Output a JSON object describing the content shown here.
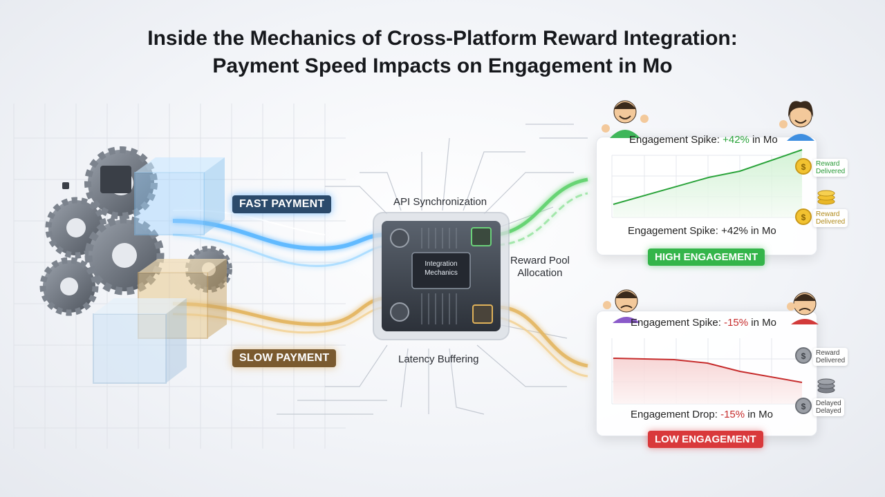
{
  "title": {
    "line1": "Inside the Mechanics of Cross-Platform Reward Integration:",
    "line2": "Payment Speed Impacts on Engagement in Mo"
  },
  "flows": {
    "fast_label": "FAST PAYMENT",
    "slow_label": "SLOW PAYMENT",
    "fast_color": "#4fb0ff",
    "slow_color": "#e0b25a"
  },
  "hub": {
    "line1": "Integration",
    "line2": "Mechanics",
    "api_label": "API Synchronization",
    "latency_label": "Latency Buffering",
    "pool_line1": "Reward Pool",
    "pool_line2": "Allocation"
  },
  "high_panel": {
    "top_prefix": "Engagement Spike: ",
    "top_value": "+42%",
    "top_suffix": " in Mo",
    "bottom_prefix": "Engagement Spike: ",
    "bottom_value": "+42%",
    "bottom_suffix": " in Mo",
    "badge": "HIGH ENGAGEMENT",
    "tag1_line1": "Reward",
    "tag1_line2": "Delivered",
    "tag2_line1": "Reward",
    "tag2_line2": "Delivered",
    "color": "#2aa33a"
  },
  "low_panel": {
    "top_prefix": "Engagement Spike: ",
    "top_value": "-15%",
    "top_suffix": " in Mo",
    "bottom_prefix": "Engagement Drop: ",
    "bottom_value": "-15%",
    "bottom_suffix": " in Mo",
    "badge": "LOW ENGAGEMENT",
    "tag1_line1": "Reward",
    "tag1_line2": "Delivered",
    "tag2_line1": "Delayed",
    "tag2_line2": "Delayed",
    "color": "#c62b2b"
  },
  "icons": [
    "gear-icon",
    "cube-icon",
    "chip-icon",
    "coin-icon",
    "coin-stack-icon",
    "happy-person-icon",
    "sad-person-icon"
  ]
}
